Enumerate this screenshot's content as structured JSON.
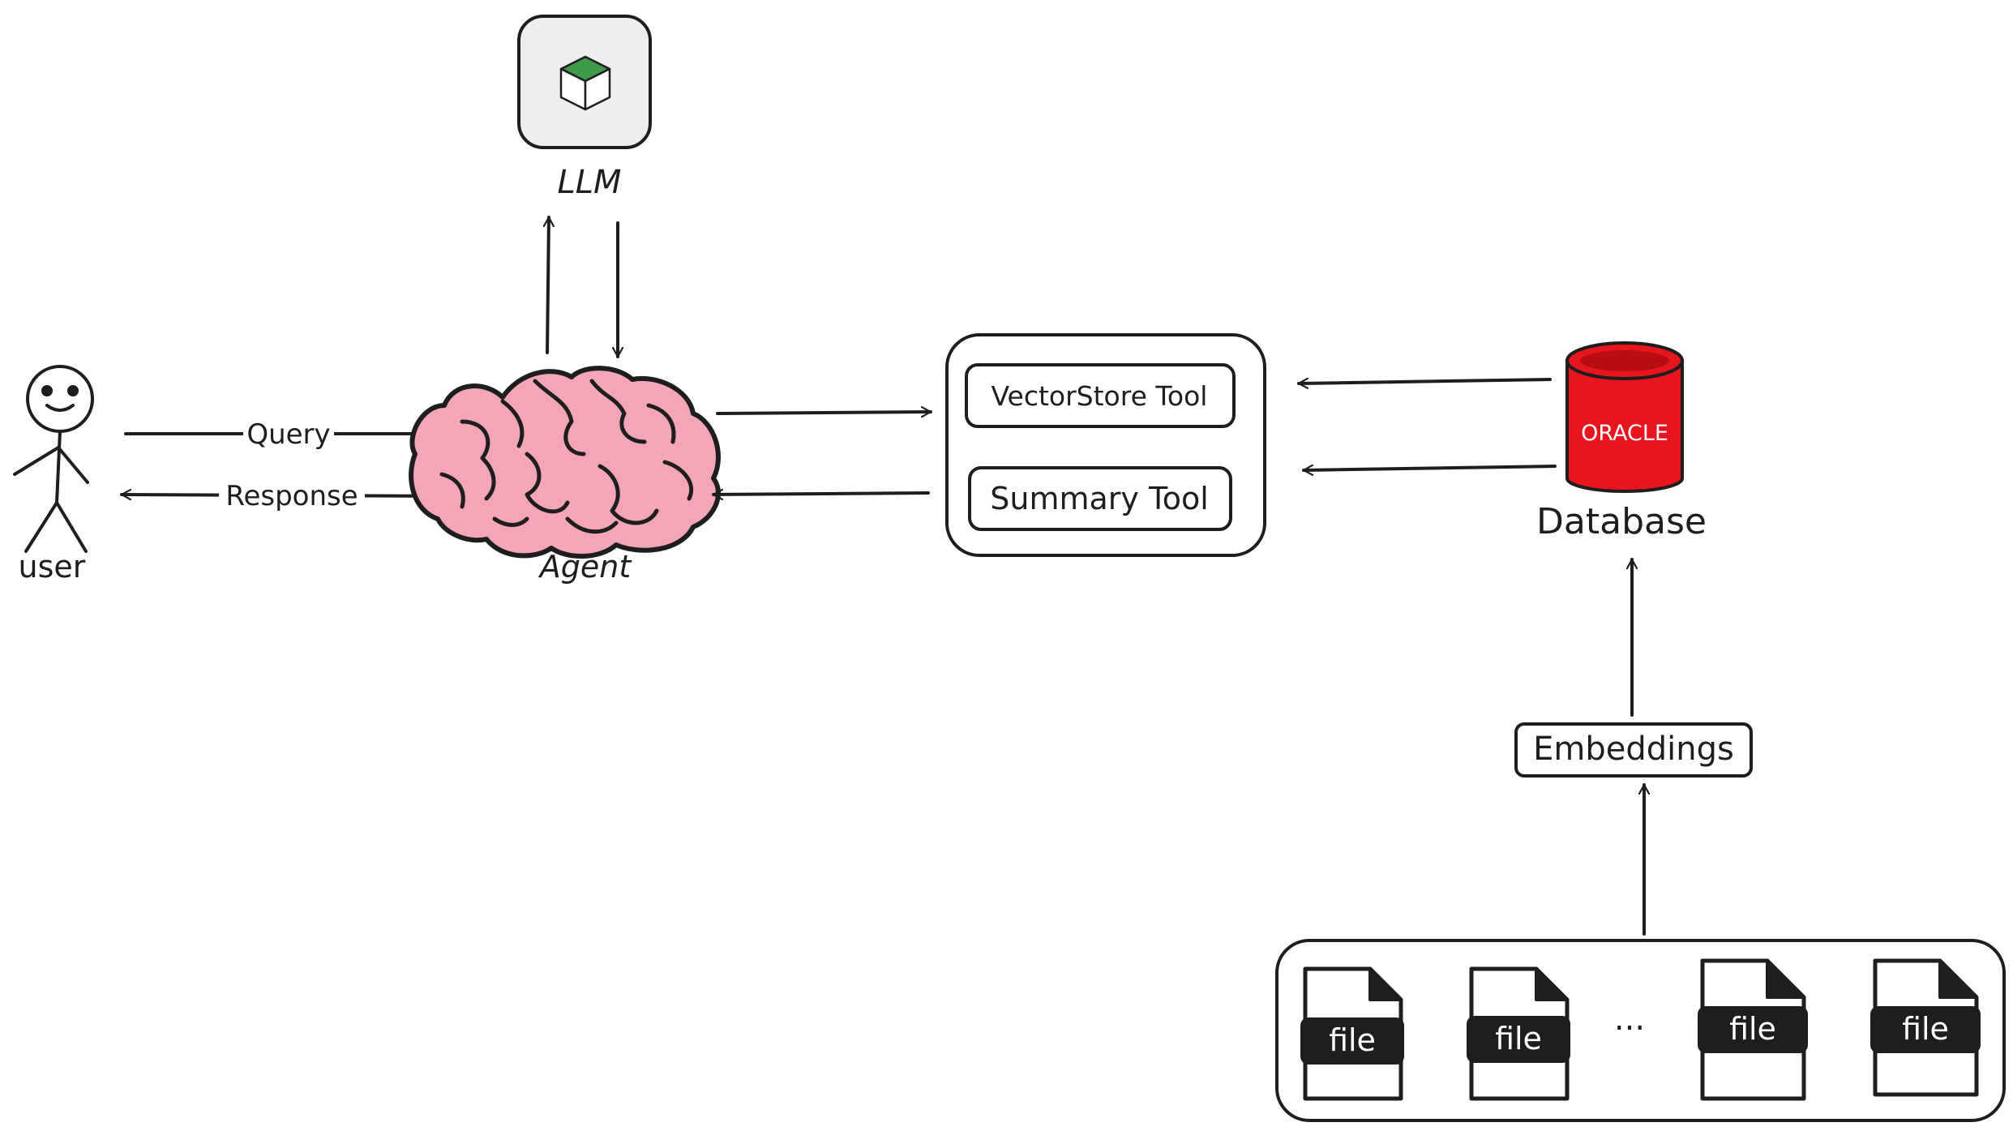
{
  "nodes": {
    "llm": {
      "label": "LLM"
    },
    "user": {
      "label": "user"
    },
    "agent": {
      "label": "Agent"
    },
    "tools": {
      "vectorstore": "VectorStore Tool",
      "summary": "Summary Tool"
    },
    "database": {
      "label": "Database",
      "logo_text": "ORACLE"
    },
    "embeddings": {
      "label": "Embeddings"
    },
    "files": {
      "items": [
        "file",
        "file",
        "file",
        "file"
      ],
      "ellipsis": "..."
    }
  },
  "edges": {
    "query": "Query",
    "response": "Response"
  },
  "colors": {
    "ink": "#1e1e1e",
    "brain_fill": "#f4a6b8",
    "oracle_red": "#e8141e",
    "llm_box": "#eeeeee",
    "cube_green": "#3e9a4a"
  }
}
